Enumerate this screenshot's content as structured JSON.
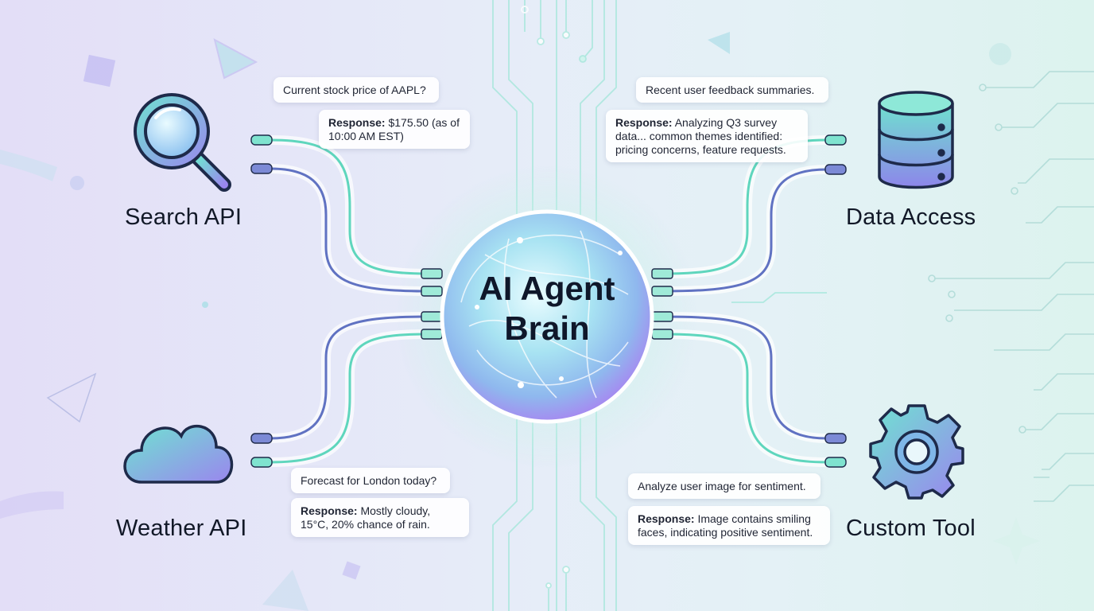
{
  "center": {
    "line1": "AI Agent",
    "line2": "Brain"
  },
  "tools": {
    "search": {
      "label": "Search API"
    },
    "data": {
      "label": "Data Access"
    },
    "weather": {
      "label": "Weather API"
    },
    "custom": {
      "label": "Custom Tool"
    }
  },
  "bubbles": {
    "search_query": "Current stock price of AAPL?",
    "search_response_label": "Response:",
    "search_response_text": " $175.50 (as of 10:00 AM EST)",
    "data_query": "Recent user feedback summaries.",
    "data_response_label": "Response:",
    "data_response_text": " Analyzing Q3 survey data... common themes identified: pricing concerns, feature requests.",
    "weather_query": "Forecast for London today?",
    "weather_response_label": "Response:",
    "weather_response_text": " Mostly cloudy, 15°C, 20% chance of rain.",
    "custom_query": "Analyze user image for sentiment.",
    "custom_response_label": "Response:",
    "custom_response_text": " Image contains smiling faces, indicating positive sentiment."
  },
  "colors": {
    "teal": "#4fd1b5",
    "indigo": "#5b6bc0",
    "violet": "#8b7be8",
    "ink": "#1e2a4a"
  }
}
